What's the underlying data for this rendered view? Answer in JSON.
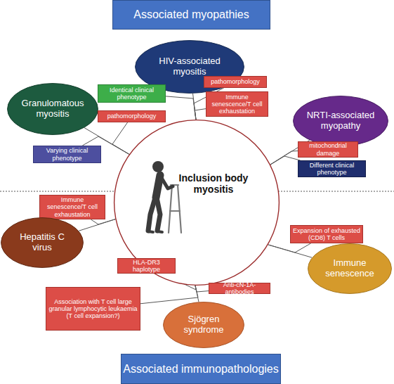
{
  "diagram": {
    "nodes": [
      {
        "text": [
          "Associated myopathies"
        ]
      },
      {
        "text": [
          "HIV-associated myositis"
        ]
      },
      {
        "text": [
          "pathomorphology"
        ]
      },
      {
        "text": [
          "Identical clinical phenotype"
        ]
      },
      {
        "text": [
          "Immune senescence/T cell exhaustation"
        ]
      },
      {
        "text": [
          "Granulomatous myositis"
        ]
      },
      {
        "text": [
          "pathomorphology"
        ]
      },
      {
        "text": [
          "NRTI-associated myopathy"
        ]
      },
      {
        "text": [
          "Varying clinical phenotype"
        ]
      },
      {
        "text": [
          "mitochondrial damage"
        ]
      },
      {
        "text": [
          "Different clinical phenotype"
        ]
      },
      {
        "text": [
          "Inclusion body myositis"
        ]
      },
      {
        "text": [
          "Immune senescence/T cell exhaustation"
        ]
      },
      {
        "text": [
          "Hepatitis C virus"
        ]
      },
      {
        "text": [
          "Expansion of exhausted (CD8) T cells"
        ]
      },
      {
        "text": [
          "HLA-DR3 haplotype"
        ]
      },
      {
        "text": [
          "Immune senescence"
        ]
      },
      {
        "text": [
          "Anti-cN-1A-antibodies"
        ]
      },
      {
        "text": [
          "Association with T cell large granular lymphocytic leukaemia (T cell expansion?)"
        ]
      },
      {
        "text": [
          "Sjögren syndrome"
        ]
      },
      {
        "text": [
          "Associated immunopathologies"
        ]
      }
    ],
    "edges": [
      {
        "from": 1,
        "to": 11,
        "arrow": "none"
      },
      {
        "from": 2,
        "to": 11,
        "arrow": "none"
      },
      {
        "from": 3,
        "to": 11,
        "arrow": "none"
      },
      {
        "from": 4,
        "to": 11,
        "arrow": "none"
      },
      {
        "from": 5,
        "to": 11,
        "arrow": "none"
      },
      {
        "from": 6,
        "to": 11,
        "arrow": "none"
      },
      {
        "from": 8,
        "to": 11,
        "arrow": "none"
      },
      {
        "from": 7,
        "to": 11,
        "arrow": "none"
      },
      {
        "from": 9,
        "to": 11,
        "arrow": "none"
      },
      {
        "from": 10,
        "to": 11,
        "arrow": "none"
      },
      {
        "from": 13,
        "to": 11,
        "arrow": "none"
      },
      {
        "from": 12,
        "to": 11,
        "arrow": "none"
      },
      {
        "from": 16,
        "to": 11,
        "arrow": "none"
      },
      {
        "from": 14,
        "to": 11,
        "arrow": "none"
      },
      {
        "from": 19,
        "to": 11,
        "arrow": "none"
      },
      {
        "from": 15,
        "to": 11,
        "arrow": "none"
      },
      {
        "from": 17,
        "to": 11,
        "arrow": "none"
      },
      {
        "from": 18,
        "to": 11,
        "arrow": "none"
      }
    ]
  }
}
